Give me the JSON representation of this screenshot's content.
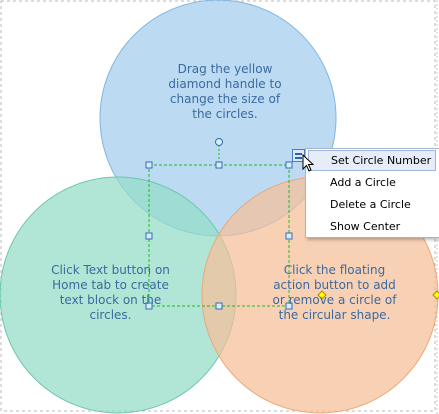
{
  "shapes": {
    "circles": [
      {
        "name": "top",
        "fill": "#a9cfee",
        "stroke": "#7fb6e3"
      },
      {
        "name": "left",
        "fill": "#93dcc8",
        "stroke": "#69c6ac"
      },
      {
        "name": "right",
        "fill": "#f5bf98",
        "stroke": "#eea676"
      }
    ],
    "handle_color": "#ffff00"
  },
  "texts": {
    "top": "Drag the yellow diamond handle to change the size of the circles.",
    "left": "Click Text button on Home tab to create text block on the circles.",
    "right": "Click the floating action button to add or remove a circle of the circular shape."
  },
  "context_menu": {
    "items": [
      {
        "label": "Set Circle Number",
        "active": true
      },
      {
        "label": "Add a Circle",
        "active": false
      },
      {
        "label": "Delete a Circle",
        "active": false
      },
      {
        "label": "Show Center",
        "active": false
      }
    ]
  },
  "icons": {
    "action_button": "list-icon",
    "cursor": "arrow-cursor-icon"
  }
}
